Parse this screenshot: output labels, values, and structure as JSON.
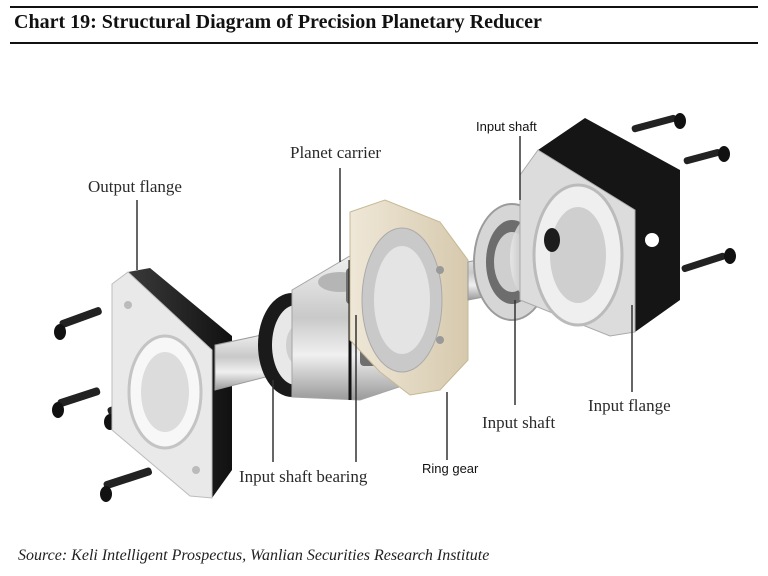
{
  "title": "Chart 19: Structural Diagram of Precision Planetary Reducer",
  "labels": {
    "output_flange": "Output flange",
    "planet_carrier": "Planet carrier",
    "input_shaft_top": "Input shaft",
    "input_shaft_bottom": "Input shaft",
    "input_flange": "Input flange",
    "ring_gear": "Ring gear",
    "input_shaft_bearing": "Input shaft bearing"
  },
  "source": "Source:  Keli Intelligent Prospectus, Wanlian Securities Research Institute"
}
